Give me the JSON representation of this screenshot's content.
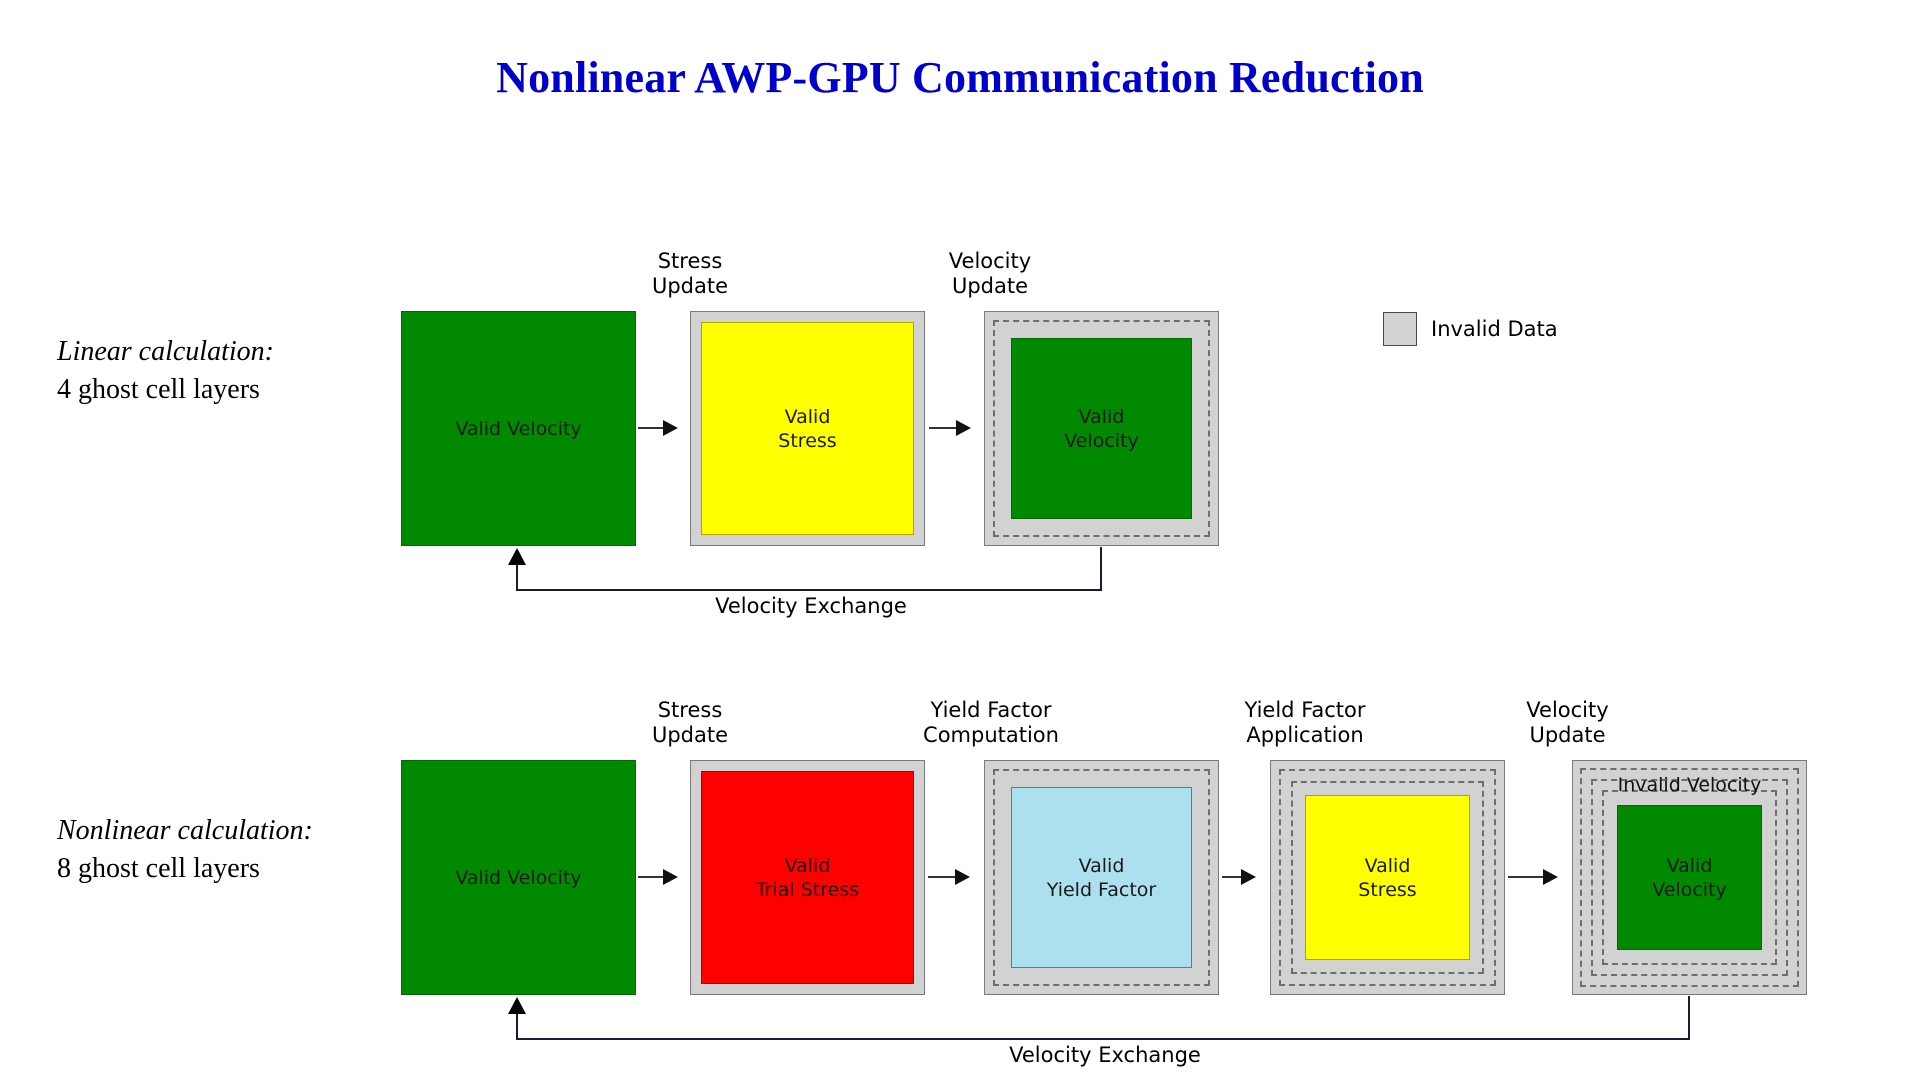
{
  "title": "Nonlinear AWP-GPU Communication Reduction",
  "title_color": "#0000CC",
  "legend": {
    "swatch_color": "#d2d2d2",
    "label": "Invalid Data"
  },
  "rows": [
    {
      "id": "linear",
      "caption_line1": "Linear calculation:",
      "caption_line2": "4 ghost cell layers",
      "exchange_label": "Velocity Exchange",
      "stage_captions": [
        {
          "line1": "Stress",
          "line2": "Update"
        },
        {
          "line1": "Velocity",
          "line2": "Update"
        }
      ],
      "boxes": [
        {
          "name": "valid-velocity",
          "line1": "Valid Velocity",
          "line2": "",
          "fill": "#018a01",
          "halo_rings": 0,
          "overlay": ""
        },
        {
          "name": "valid-stress",
          "line1": "Valid",
          "line2": "Stress",
          "fill": "#ffff00",
          "halo_rings": 0,
          "overlay": ""
        },
        {
          "name": "valid-velocity-ghost",
          "line1": "Valid",
          "line2": "Velocity",
          "fill": "#018a01",
          "halo_rings": 1,
          "overlay": ""
        }
      ]
    },
    {
      "id": "nonlinear",
      "caption_line1": "Nonlinear calculation:",
      "caption_line2": "8 ghost cell layers",
      "exchange_label": "Velocity Exchange",
      "stage_captions": [
        {
          "line1": "Stress",
          "line2": "Update"
        },
        {
          "line1": "Yield Factor",
          "line2": "Computation"
        },
        {
          "line1": "Yield Factor",
          "line2": "Application"
        },
        {
          "line1": "Velocity",
          "line2": "Update"
        }
      ],
      "boxes": [
        {
          "name": "valid-velocity",
          "line1": "Valid Velocity",
          "line2": "",
          "fill": "#018a01",
          "halo_rings": 0,
          "overlay": ""
        },
        {
          "name": "valid-trial-stress",
          "line1": "Valid",
          "line2": "Trial Stress",
          "fill": "#fe0000",
          "halo_rings": 0,
          "overlay": ""
        },
        {
          "name": "valid-yield-factor",
          "line1": "Valid",
          "line2": "Yield Factor",
          "fill": "#ade0ef",
          "halo_rings": 1,
          "overlay": ""
        },
        {
          "name": "valid-stress",
          "line1": "Valid",
          "line2": "Stress",
          "fill": "#ffff00",
          "halo_rings": 2,
          "overlay": ""
        },
        {
          "name": "valid-velocity-ghost",
          "line1": "Valid",
          "line2": "Velocity",
          "fill": "#018a01",
          "halo_rings": 3,
          "overlay": "Invalid Velocity"
        }
      ]
    }
  ]
}
